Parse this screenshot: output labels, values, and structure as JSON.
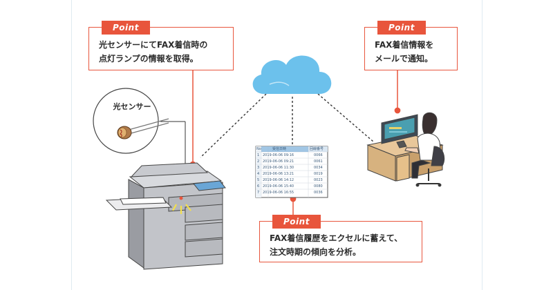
{
  "points": [
    {
      "tag": "Point",
      "lines": [
        "光センサーにてFAX着信時の",
        "点灯ランプの情報を取得。"
      ]
    },
    {
      "tag": "Point",
      "lines": [
        "FAX着信情報を",
        "メールで通知。"
      ]
    },
    {
      "tag": "Point",
      "lines": [
        "FAX着信履歴をエクセルに蓄えて、",
        "注文時期の傾向を分析。"
      ]
    }
  ],
  "sensor_label": "光センサー",
  "spreadsheet": {
    "header": [
      "No",
      "受信日時",
      "回線番号"
    ],
    "rows": [
      [
        "1",
        "2019-06-06 09:16",
        "0066"
      ],
      [
        "2",
        "2019-06-06 09:21",
        "0061"
      ],
      [
        "3",
        "2019-06-06 11:30",
        "0034"
      ],
      [
        "4",
        "2019-06-06 13:21",
        "0019"
      ],
      [
        "5",
        "2019-06-06 14:12",
        "0023"
      ],
      [
        "6",
        "2019-06-06 15:40",
        "0080"
      ],
      [
        "7",
        "2019-06-06 16:55",
        "0036"
      ]
    ]
  },
  "colors": {
    "accent": "#e8553c",
    "cloud": "#6cc1ec",
    "frame": "#dfeaf1"
  },
  "icons": [
    "cloud-icon",
    "light-sensor-icon",
    "multifunction-printer-icon",
    "spreadsheet-icon",
    "office-worker-at-desk-icon"
  ]
}
